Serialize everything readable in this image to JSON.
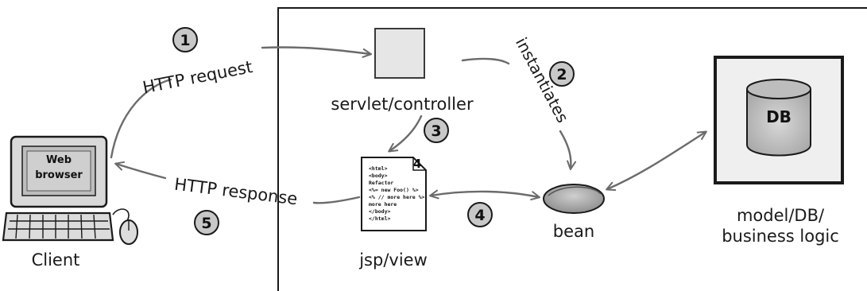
{
  "labels": {
    "servlet": "servlet/controller",
    "jsp": "jsp/view",
    "bean": "bean",
    "model_line1": "model/DB/",
    "model_line2": "business logic",
    "client": "Client",
    "browser_line1": "Web",
    "browser_line2": "browser",
    "db": "DB"
  },
  "arrows": {
    "request": "HTTP request",
    "instantiates": "instantiates",
    "response": "HTTP response"
  },
  "steps": [
    "1",
    "2",
    "3",
    "4",
    "5"
  ],
  "jsp_code": [
    "<html>",
    "<body>",
    "Refactor",
    "<%= new Foo() %>",
    "<% // more here %>",
    "more here",
    "</body>",
    "</html>"
  ],
  "jsp_page_number": "4",
  "colors": {
    "outline": "#1a1a1a",
    "arrow": "#6b6b6b",
    "box_fill": "#e6e6e6",
    "badge_fill": "#c8c8c8"
  }
}
